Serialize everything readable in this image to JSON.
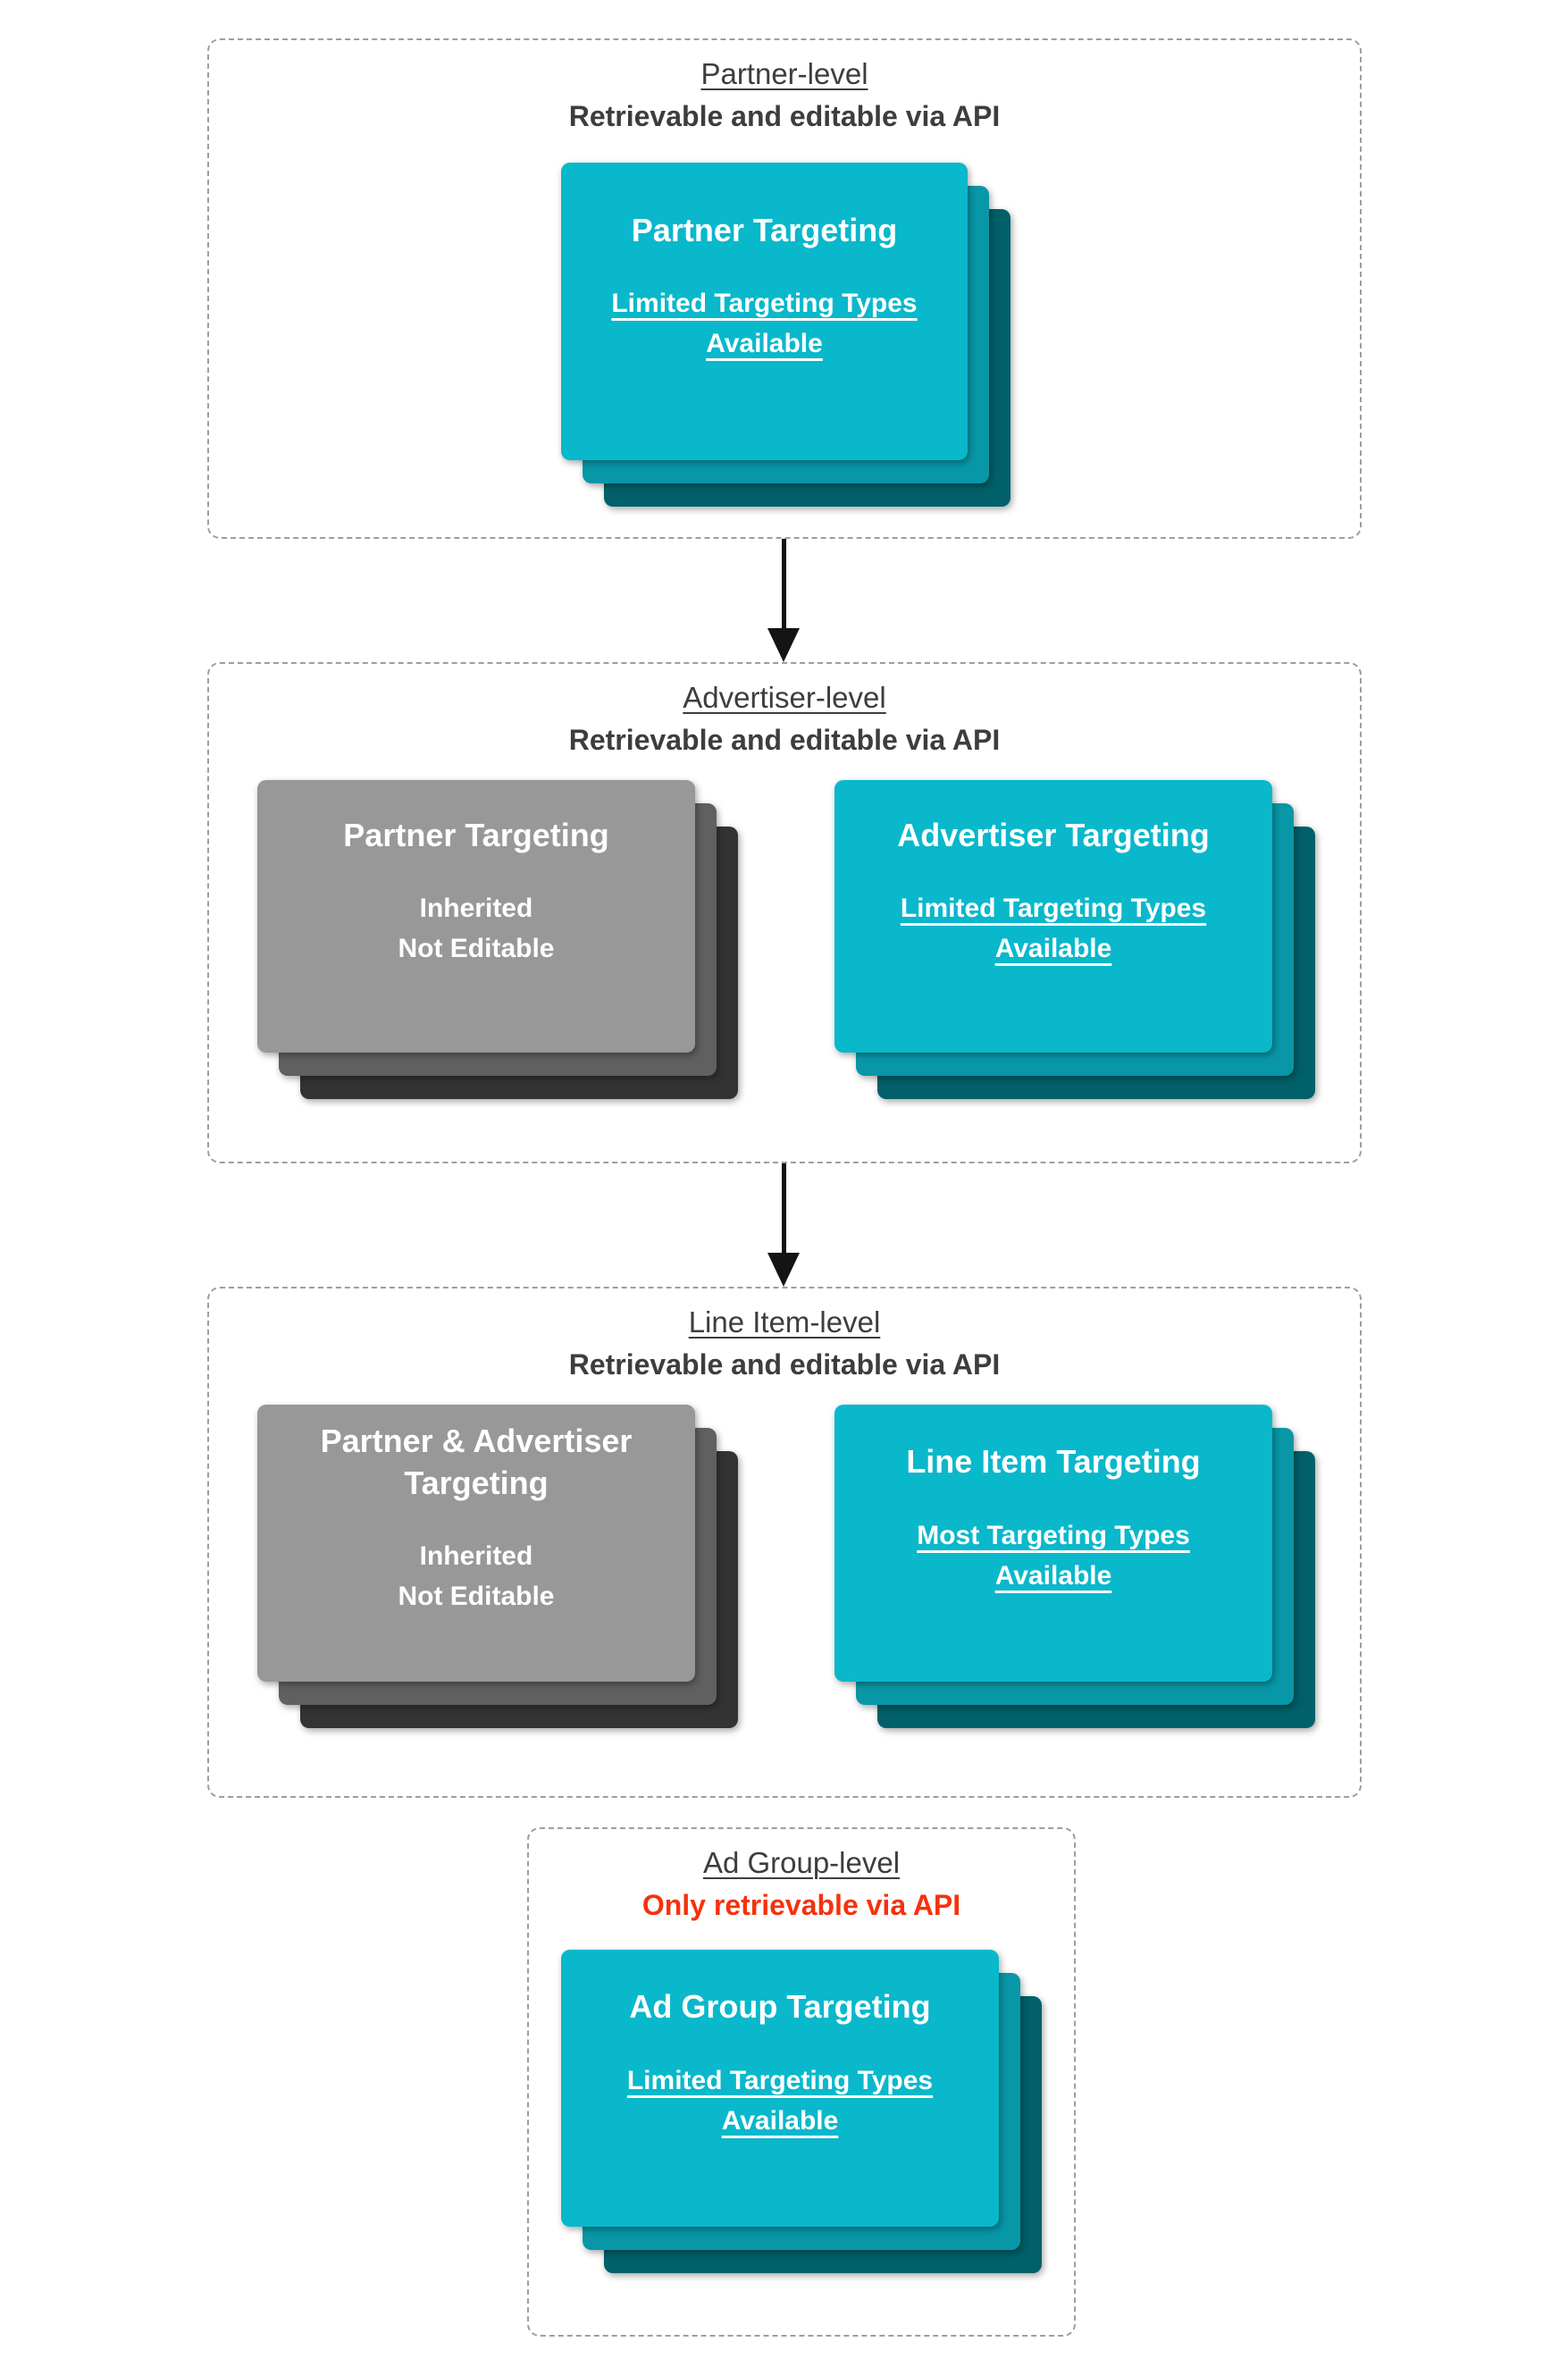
{
  "diagram": {
    "title_semantic": "DV360 targeting hierarchy diagram",
    "colors": {
      "teal_front": "#09b8cb",
      "teal_middle": "#0897a7",
      "teal_back": "#016069",
      "gray_front": "#989898",
      "gray_middle": "#606060",
      "gray_back": "#333333",
      "heading_text": "#3d3d3d",
      "alert_text": "#f5320d",
      "panel_border": "#9e9e9e",
      "card_text": "#ffffff",
      "arrow": "#141414"
    },
    "panels": [
      {
        "id": "partner-level",
        "heading": "Partner-level",
        "subheading": "Retrievable and editable via API",
        "subheading_style": "normal",
        "stacks": [
          {
            "style": "teal",
            "title": "Partner Targeting",
            "note": "Limited Targeting Types Available",
            "note_underlined": true
          }
        ]
      },
      {
        "id": "advertiser-level",
        "heading": "Advertiser-level",
        "subheading": "Retrievable and editable via API",
        "subheading_style": "normal",
        "stacks": [
          {
            "style": "gray",
            "title": "Partner Targeting",
            "note_lines": [
              "Inherited",
              "Not Editable"
            ],
            "note_underlined": false
          },
          {
            "style": "teal",
            "title": "Advertiser Targeting",
            "note": "Limited Targeting Types Available",
            "note_underlined": true
          }
        ]
      },
      {
        "id": "line-item-level",
        "heading": "Line Item-level",
        "subheading": "Retrievable and editable via API",
        "subheading_style": "normal",
        "stacks": [
          {
            "style": "gray",
            "title": "Partner & Advertiser Targeting",
            "note_lines": [
              "Inherited",
              "Not Editable"
            ],
            "note_underlined": false
          },
          {
            "style": "teal",
            "title": "Line Item Targeting",
            "note": "Most Targeting Types Available",
            "note_underlined": true
          }
        ]
      },
      {
        "id": "ad-group-level",
        "heading": "Ad Group-level",
        "subheading": "Only retrievable via API",
        "subheading_style": "alert-red",
        "stacks": [
          {
            "style": "teal",
            "title": "Ad Group Targeting",
            "note": "Limited Targeting Types Available",
            "note_underlined": true
          }
        ]
      }
    ],
    "connectors": [
      {
        "from": "partner-level",
        "to": "advertiser-level",
        "shape": "down-arrow"
      },
      {
        "from": "advertiser-level",
        "to": "line-item-level",
        "shape": "down-arrow"
      }
    ]
  }
}
